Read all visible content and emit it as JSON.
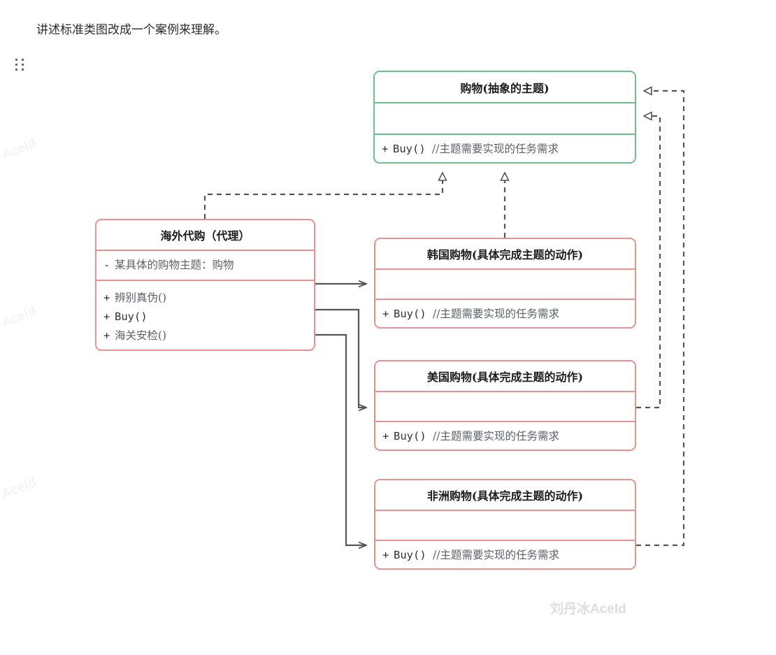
{
  "page": {
    "intro_text": "讲述标准类图改成一个案例来理解。",
    "drag_handle_icon": "drag-dots-icon",
    "watermark_main": "刘丹冰AceId",
    "watermark_side": "AceId",
    "colors": {
      "abstract_border": "#6cc18a",
      "concrete_border": "#e8918f",
      "edge": "#555555",
      "text": "#333333",
      "watermark": "#dcdde1"
    }
  },
  "diagram": {
    "type": "uml-class-diagram",
    "classes": [
      {
        "id": "shopping-abstract",
        "name": "购物(抽象的主题)",
        "stereotype": "abstract",
        "color": "#6cc18a",
        "attributes": [],
        "methods": [
          {
            "visibility": "+",
            "signature": "Buy()",
            "comment": "//主题需要实现的任务需求"
          }
        ]
      },
      {
        "id": "overseas-agent",
        "name": "海外代购（代理）",
        "stereotype": "proxy",
        "color": "#e8918f",
        "attributes": [
          {
            "visibility": "-",
            "signature": "某具体的购物主题：购物",
            "comment": ""
          }
        ],
        "methods": [
          {
            "visibility": "+",
            "signature": "辨别真伪()",
            "comment": ""
          },
          {
            "visibility": "+",
            "signature": "Buy()",
            "comment": ""
          },
          {
            "visibility": "+",
            "signature": "海关安检()",
            "comment": ""
          }
        ]
      },
      {
        "id": "korea-shopping",
        "name": "韩国购物(具体完成主题的动作)",
        "stereotype": "concrete",
        "color": "#e8918f",
        "attributes": [],
        "methods": [
          {
            "visibility": "+",
            "signature": "Buy()",
            "comment": "//主题需要实现的任务需求"
          }
        ]
      },
      {
        "id": "usa-shopping",
        "name": "美国购物(具体完成主题的动作)",
        "stereotype": "concrete",
        "color": "#e8918f",
        "attributes": [],
        "methods": [
          {
            "visibility": "+",
            "signature": "Buy()",
            "comment": "//主题需要实现的任务需求"
          }
        ]
      },
      {
        "id": "africa-shopping",
        "name": "非洲购物(具体完成主题的动作)",
        "stereotype": "concrete",
        "color": "#e8918f",
        "attributes": [],
        "methods": [
          {
            "visibility": "+",
            "signature": "Buy()",
            "comment": "//主题需要实现的任务需求"
          }
        ]
      }
    ],
    "relations": [
      {
        "from": "overseas-agent",
        "to": "shopping-abstract",
        "kind": "realization",
        "style": "dashed",
        "arrow": "hollow-triangle"
      },
      {
        "from": "korea-shopping",
        "to": "shopping-abstract",
        "kind": "realization",
        "style": "dashed",
        "arrow": "hollow-triangle"
      },
      {
        "from": "usa-shopping",
        "to": "shopping-abstract",
        "kind": "realization",
        "style": "dashed",
        "arrow": "hollow-triangle"
      },
      {
        "from": "africa-shopping",
        "to": "shopping-abstract",
        "kind": "realization",
        "style": "dashed",
        "arrow": "hollow-triangle"
      },
      {
        "from": "overseas-agent",
        "to": "korea-shopping",
        "kind": "association",
        "style": "solid",
        "arrow": "open-arrow"
      },
      {
        "from": "overseas-agent",
        "to": "usa-shopping",
        "kind": "association",
        "style": "solid",
        "arrow": "open-arrow"
      },
      {
        "from": "overseas-agent",
        "to": "africa-shopping",
        "kind": "association",
        "style": "solid",
        "arrow": "open-arrow"
      }
    ]
  }
}
